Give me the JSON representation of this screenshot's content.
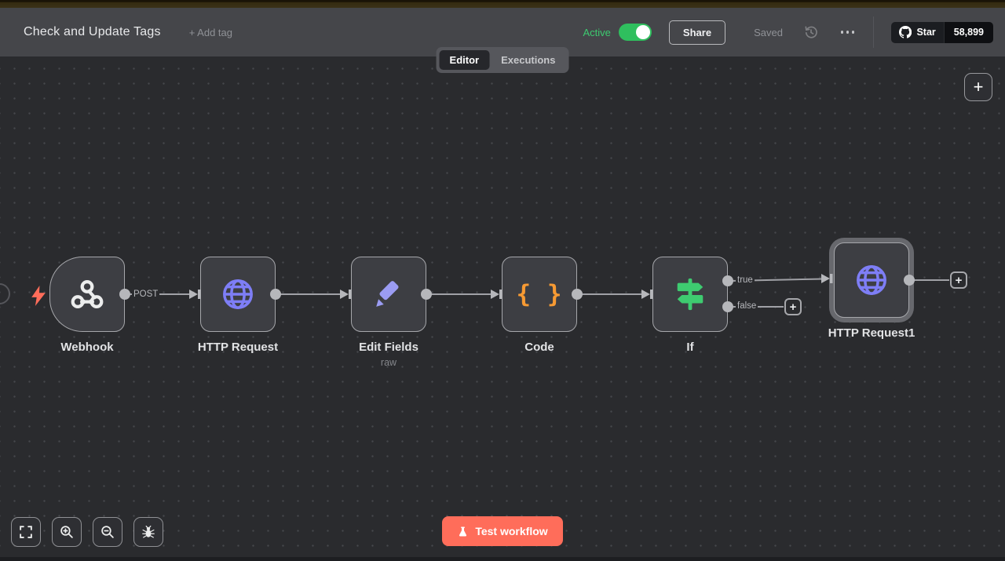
{
  "header": {
    "title": "Check and Update Tags",
    "add_tag": "+ Add tag",
    "active_label": "Active",
    "share_label": "Share",
    "saved_label": "Saved",
    "github": {
      "star_label": "Star",
      "star_count": "58,899"
    }
  },
  "tabs": {
    "editor": "Editor",
    "executions": "Executions"
  },
  "canvas": {
    "nodes": [
      {
        "label": "Webhook",
        "icon": "webhook-icon",
        "output_label": "POST"
      },
      {
        "label": "HTTP Request",
        "icon": "globe-icon"
      },
      {
        "label": "Edit Fields",
        "sublabel": "raw",
        "icon": "pencil-icon"
      },
      {
        "label": "Code",
        "icon": "curly-braces-icon",
        "glyph": "{ }"
      },
      {
        "label": "If",
        "icon": "signpost-icon",
        "outputs": [
          "true",
          "false"
        ]
      },
      {
        "label": "HTTP Request1",
        "icon": "globe-icon",
        "selected": true
      }
    ],
    "post_label": "POST",
    "plus_label": "+"
  },
  "controls": {
    "test_button": "Test workflow"
  },
  "colors": {
    "accent_green": "#2fbf5e",
    "coral": "#ff6d5a",
    "purple": "#7e7ef6",
    "orange": "#f79a33",
    "node_green": "#3ecb70",
    "canvas_bg": "#2a2b2e",
    "header_bg": "#45464a"
  }
}
